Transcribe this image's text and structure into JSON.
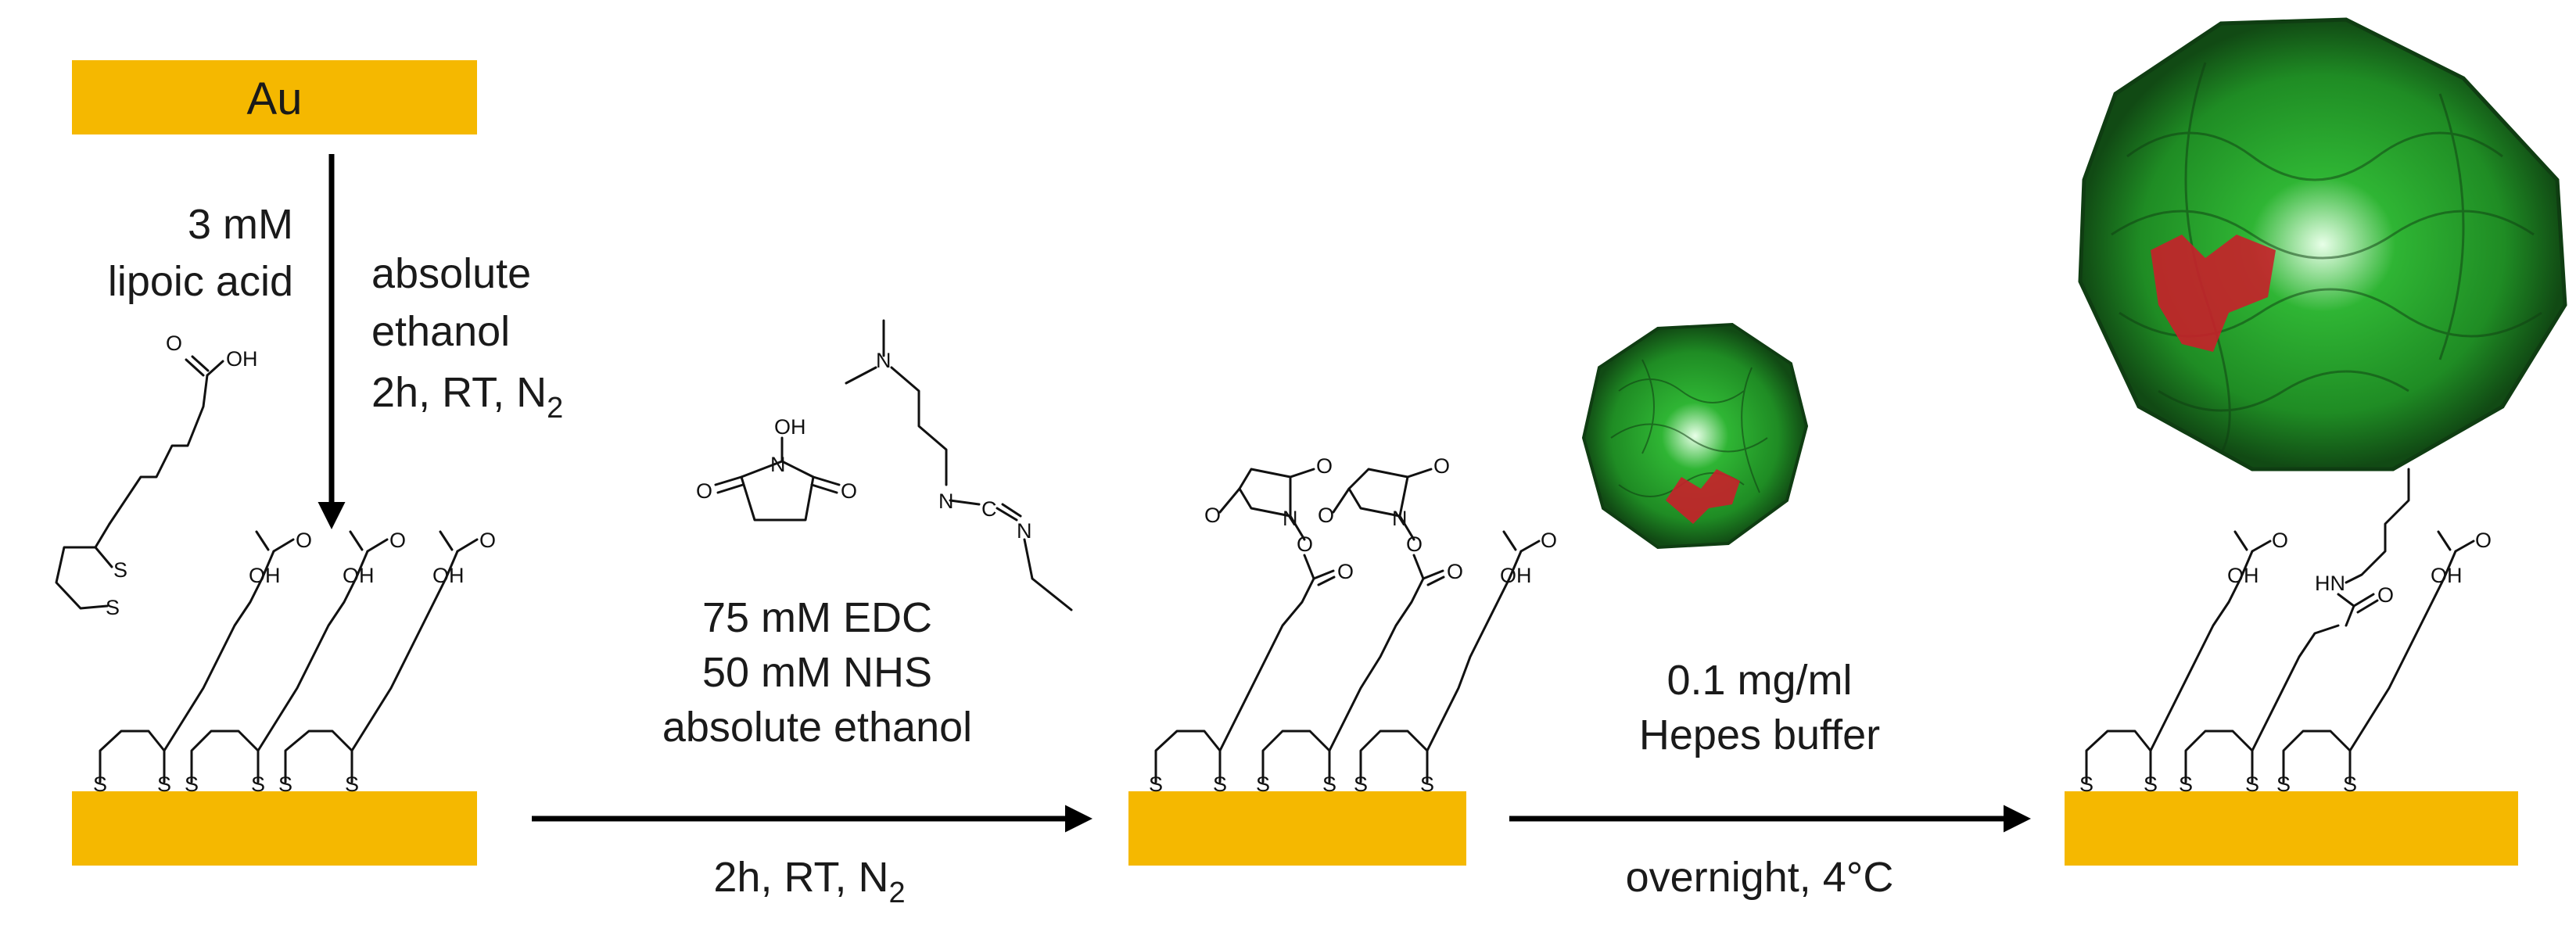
{
  "gold": {
    "label": "Au",
    "color": "#F5B800"
  },
  "step1": {
    "reagent_line1": "3 mM",
    "reagent_line2": "lipoic acid",
    "cond_line1": "absolute",
    "cond_line2": "ethanol",
    "cond_line3": "2h, RT, N",
    "cond_line3_sub": "2"
  },
  "step2": {
    "line1": "75 mM EDC",
    "line2": "50 mM NHS",
    "line3": "absolute ethanol",
    "below": "2h, RT, N",
    "below_sub": "2"
  },
  "step3": {
    "line1": "0.1 mg/ml",
    "line2": "Hepes buffer",
    "below": "overnight, 4°C"
  },
  "atoms": {
    "oh": "OH",
    "o": "O",
    "s": "S",
    "n": "N",
    "c": "C",
    "hn": "HN"
  },
  "colors": {
    "protein_green": "#27A82C",
    "protein_dark": "#0F3D12",
    "active_red": "#C8202A"
  }
}
